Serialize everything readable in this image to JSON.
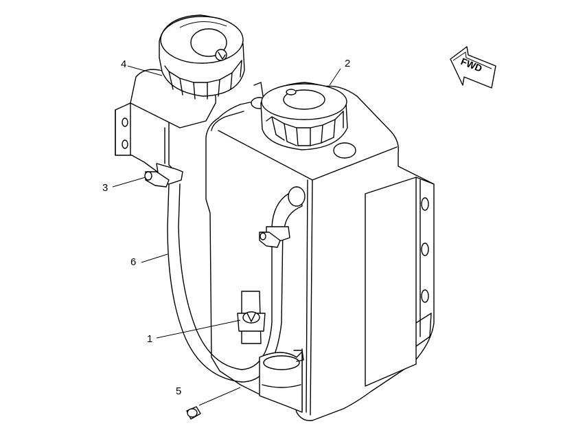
{
  "callouts": [
    {
      "id": "1",
      "label": "1"
    },
    {
      "id": "2",
      "label": "2"
    },
    {
      "id": "3",
      "label": "3"
    },
    {
      "id": "4",
      "label": "4"
    },
    {
      "id": "5",
      "label": "5"
    },
    {
      "id": "6",
      "label": "6"
    }
  ],
  "direction_arrow": {
    "label": "FWD"
  },
  "line_color": "#000000",
  "background": "#ffffff"
}
